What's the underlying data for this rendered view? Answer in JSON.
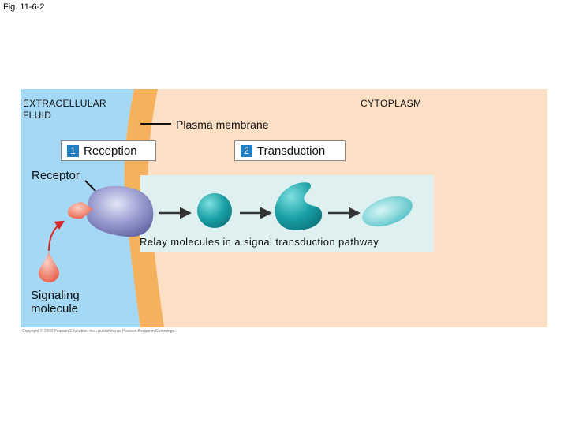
{
  "figure": {
    "title": "Fig. 11-6-2"
  },
  "regions": {
    "extracellular": "EXTRACELLULAR\nFLUID",
    "cytoplasm": "CYTOPLASM",
    "membrane": "Plasma membrane"
  },
  "steps": [
    {
      "number": "1",
      "label": "Reception"
    },
    {
      "number": "2",
      "label": "Transduction"
    }
  ],
  "labels": {
    "receptor": "Receptor",
    "relay": "Relay molecules in a signal transduction pathway",
    "signaling_molecule": "Signaling\nmolecule"
  },
  "copyright": "Copyright © 2008 Pearson Education, Inc., publishing as Pearson Benjamin Cummings.",
  "colors": {
    "extracellular_fill": "#a5d8f5",
    "membrane_fill": "#f6b15c",
    "cytoplasm_fill": "#fce0c6",
    "relay_panel": "#dff0f0",
    "receptor": "#8c8fc4",
    "signal": "#f0806a",
    "relay_molecule": "#1aa0a6",
    "step_badge": "#1e7fc6"
  }
}
